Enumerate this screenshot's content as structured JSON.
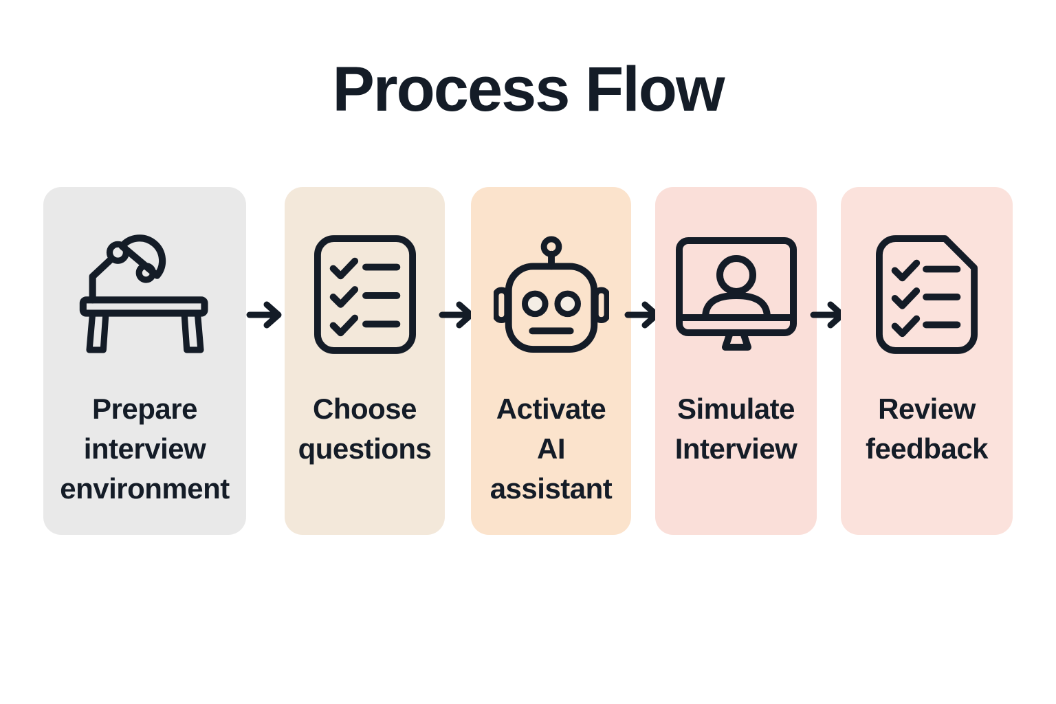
{
  "title": "Process Flow",
  "colors": {
    "background": "#ffffff",
    "text": "#141c27",
    "icon_stroke": "#141c27",
    "arrow": "#141c27"
  },
  "steps": [
    {
      "label": "Prepare\ninterview\nenvironment",
      "icon": "desk-lamp-icon",
      "bg": "#e9e9e9"
    },
    {
      "label": "Choose\nquestions",
      "icon": "checklist-icon",
      "bg": "#f3e8da"
    },
    {
      "label": "Activate\nAI\nassistant",
      "icon": "robot-icon",
      "bg": "#fbe3cc"
    },
    {
      "label": "Simulate\nInterview",
      "icon": "monitor-person-icon",
      "bg": "#fadfd9"
    },
    {
      "label": "Review\nfeedback",
      "icon": "document-checklist-icon",
      "bg": "#fbe2dc"
    }
  ],
  "arrow": {
    "icon": "arrow-right-icon",
    "count": 4
  }
}
